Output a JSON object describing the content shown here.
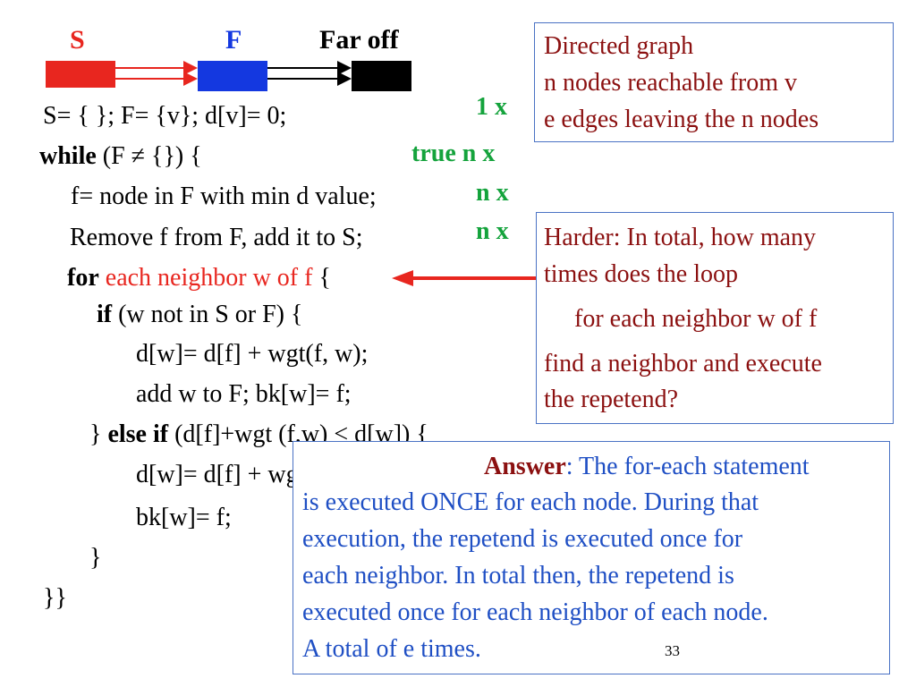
{
  "diagram": {
    "s_label": "S",
    "f_label": "F",
    "faroff_label": "Far off",
    "colors": {
      "s": "#e8261f",
      "f": "#1438e0",
      "faroff": "#000000"
    }
  },
  "code": {
    "line1": "S= { }; F= {v}; d[v]= 0;",
    "line2_kw": "while",
    "line2_rest": "(F ≠ {}) {",
    "line3": "f= node in F with min d value;",
    "line4": "Remove f from F, add it to S;",
    "line5_kw": "for",
    "line5_red": "each neighbor w of f",
    "line5_rest": "{",
    "line6_kw": "if",
    "line6_rest": "(w not in S or F) {",
    "line7": "d[w]= d[f] + wgt(f, w);",
    "line8": "add w to F; bk[w]= f;",
    "line9_pre": "}",
    "line9_kw": "else if",
    "line9_rest": "(d[f]+wgt (f,w) < d[w]) {",
    "line10": "d[w]= d[f] + wgt(f, w);",
    "line11": "bk[w]= f;",
    "line12": "}",
    "line13": "}}"
  },
  "counts": {
    "c1": "1 x",
    "c2": "true n x",
    "c3": "n x",
    "c4": "n x"
  },
  "box1": {
    "line1": "Directed graph",
    "line2": "n nodes reachable from v",
    "line3": "e edges leaving the n nodes"
  },
  "box2": {
    "line1": "Harder: In total, how many",
    "line2": "times does the loop",
    "line3": "for each neighbor w of f",
    "line4": "find a neighbor and execute",
    "line5": "the repetend?"
  },
  "box3": {
    "answer_label": "Answer",
    "answer_colon": ":",
    "line1": "The for-each statement",
    "line2": "is executed ONCE for each node. During that",
    "line3": "execution, the repetend is executed once for",
    "line4": "each neighbor. In total then, the repetend is",
    "line5": "executed once for each neighbor of each node.",
    "line6": "A total of e times."
  },
  "page_number": "33"
}
